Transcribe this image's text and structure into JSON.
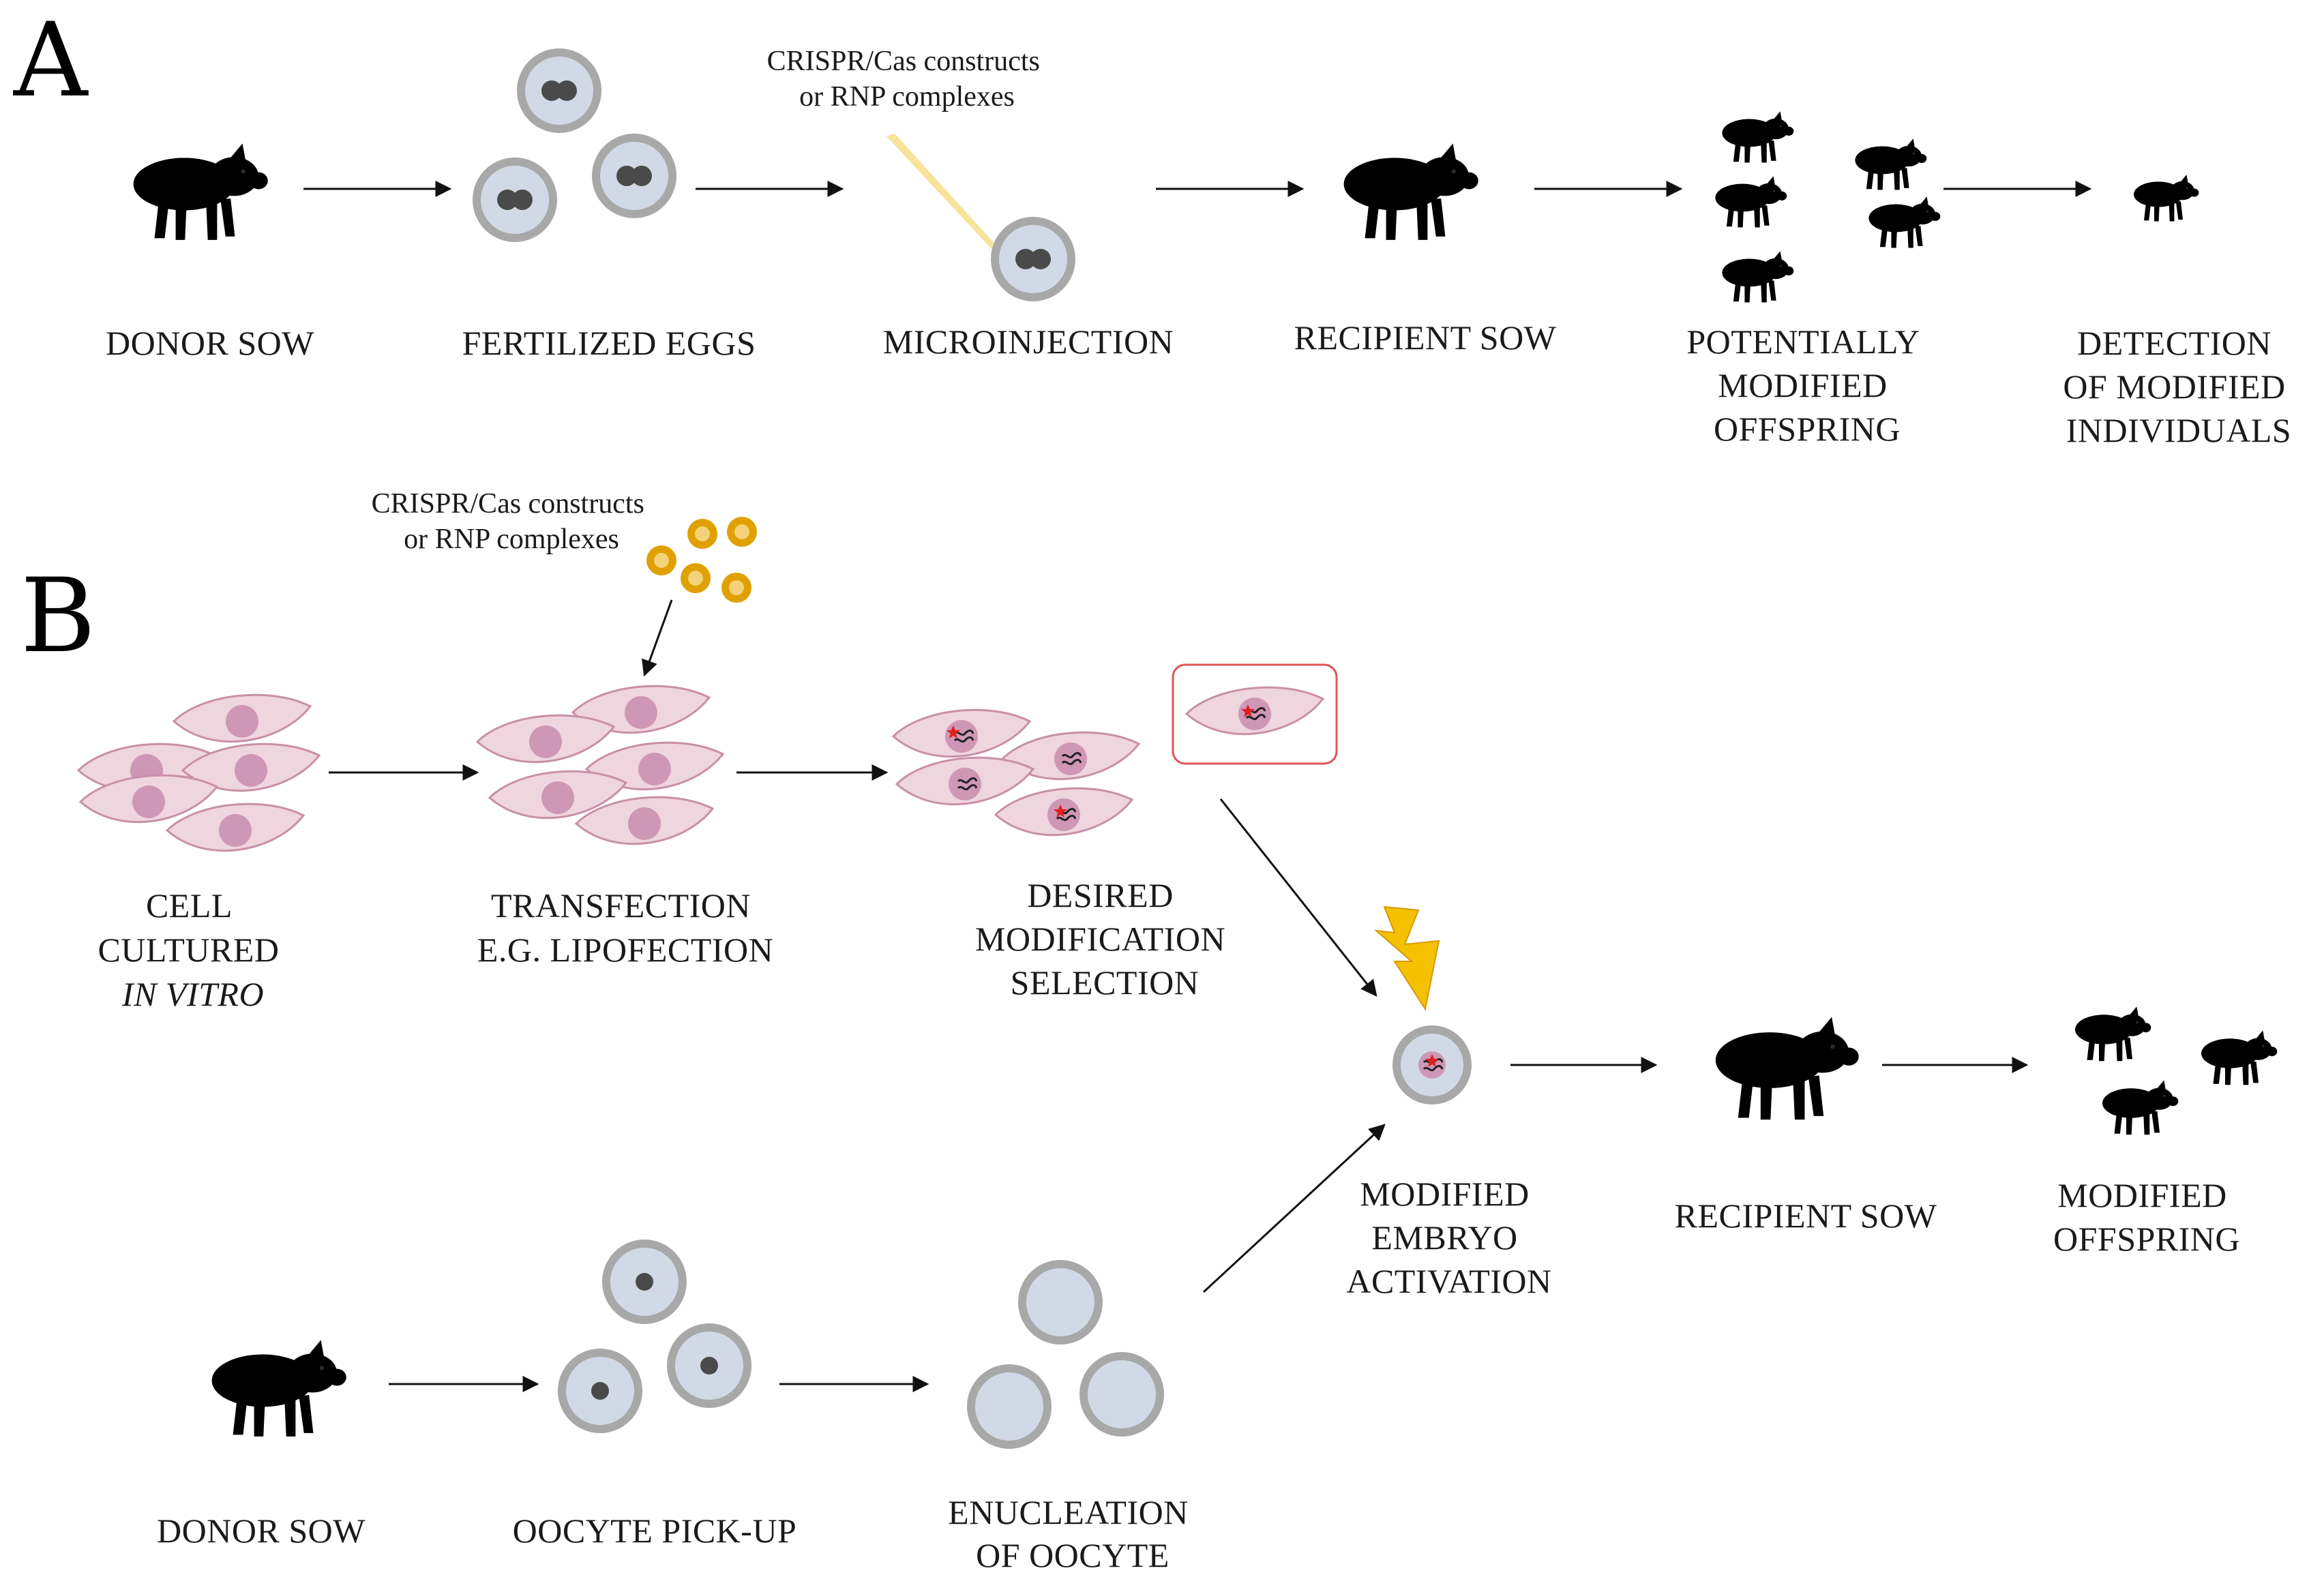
{
  "panel_a": {
    "letter": "A",
    "reagent": [
      "CRISPR/Cas constructs",
      "or RNP complexes"
    ],
    "steps": [
      {
        "id": "donor-sow",
        "lines": [
          "DONOR SOW"
        ]
      },
      {
        "id": "fertilized-eggs",
        "lines": [
          "FERTILIZED EGGS"
        ]
      },
      {
        "id": "microinjection",
        "lines": [
          "MICROINJECTION"
        ]
      },
      {
        "id": "recipient-sow",
        "lines": [
          "RECIPIENT SOW"
        ]
      },
      {
        "id": "potentially-modified-offspring",
        "lines": [
          "POTENTIALLY",
          "MODIFIED",
          "OFFSPRING"
        ]
      },
      {
        "id": "detection-of-modified-individuals",
        "lines": [
          "DETECTION",
          "OF MODIFIED",
          "INDIVIDUALS"
        ]
      }
    ]
  },
  "panel_b": {
    "letter": "B",
    "reagent": [
      "CRISPR/Cas constructs",
      "or RNP complexes"
    ],
    "steps": [
      {
        "id": "cell-cultured-in-vitro",
        "lines": [
          "CELL",
          "CULTURED",
          "IN VITRO"
        ]
      },
      {
        "id": "transfection",
        "lines": [
          "TRANSFECTION",
          "E.G. LIPOFECTION"
        ]
      },
      {
        "id": "desired-modification-selection",
        "lines": [
          "DESIRED",
          "MODIFICATION",
          "SELECTION"
        ]
      },
      {
        "id": "modified-embryo-activation",
        "lines": [
          "MODIFIED",
          "EMBRYO",
          "ACTIVATION"
        ]
      },
      {
        "id": "recipient-sow-b",
        "lines": [
          "RECIPIENT SOW"
        ]
      },
      {
        "id": "modified-offspring",
        "lines": [
          "MODIFIED",
          "OFFSPRING"
        ]
      },
      {
        "id": "donor-sow-b",
        "lines": [
          "DONOR SOW"
        ]
      },
      {
        "id": "oocyte-pick-up",
        "lines": [
          "OOCYTE PICK-UP"
        ]
      },
      {
        "id": "enucleation-of-oocyte",
        "lines": [
          "ENUCLEATION",
          "OF OOCYTE"
        ]
      }
    ]
  },
  "colors": {
    "pig_pink": "#f1c2bd",
    "pig_white": "#d7dadc",
    "zona_gray": "#a8a8a8",
    "cytoplasm": "#d2d9e6",
    "cell_fill": "#efd5de",
    "cell_stroke": "#c890a8",
    "nucleus": "#cf97b6",
    "lipid_gold": "#e0a100",
    "lightning": "#f5c000",
    "selection_box": "#e05555",
    "needle": "#f8e39a"
  }
}
